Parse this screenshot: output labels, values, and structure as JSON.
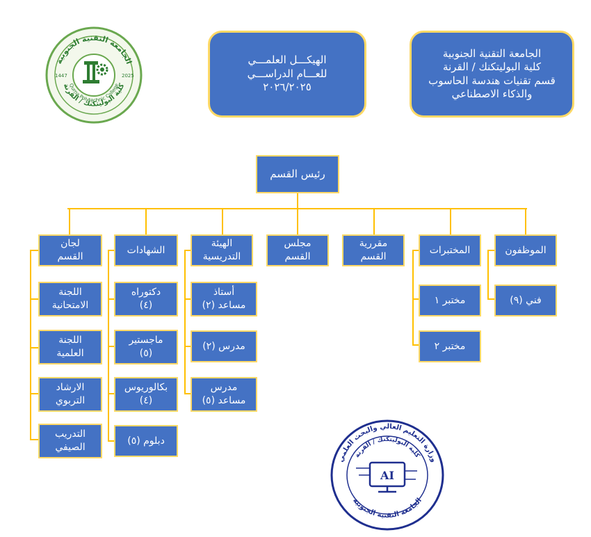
{
  "header": {
    "university": "الجامعة التقنية الجنوبية\nكلية البوليتكنك / القرنة\nقسم تقنيات هندسة الحاسوب\nوالذكاء الاصطناعي",
    "title": "الهيكـــل العلمـــي\nللعـــام الدراســـي\n٢٠٢٦/٢٠٢٥"
  },
  "logo": {
    "text_arc": "الجامعة التقنية الجنوبية",
    "text_english": "Qurna Polytechnic College",
    "text_bottom": "كلية البوليتكنك / القرنة",
    "year_left": "1447",
    "year_right": "2025"
  },
  "stamp": {
    "outer_text": "وزارة التعليم العالي والبحث العلمي",
    "inner_text": "كلية البوليتكنك / القرنة",
    "center_text": "AI",
    "bottom_text": "الجامعة التقنية الجنوبية"
  },
  "chart": {
    "root": "رئيس القسم",
    "branches": {
      "staff": "الموظفون",
      "labs": "المختبرات",
      "rapporteur": "مقررية\nالقسم",
      "council": "مجلس\nالقسم",
      "faculty": "الهيئة\nالتدريسية",
      "degrees": "الشهادات",
      "committees": "لجان\nالقسم"
    },
    "staff_children": [
      "فني (٩)"
    ],
    "labs_children": [
      "مختبر ١",
      "مختبر ٢"
    ],
    "faculty_children": [
      "أستاذ\nمساعد (٢)",
      "مدرس (٢)",
      "مدرس\nمساعد (٥)"
    ],
    "degrees_children": [
      "دكتوراه\n(٤)",
      "ماجستير\n(٥)",
      "بكالوريوس\n(٤)",
      "دبلوم (٥)"
    ],
    "committees_children": [
      "اللجنة\nالامتحانية",
      "اللجنة\nالعلمية",
      "الارشاد\nالتربوي",
      "التدريب\nالصيفي"
    ]
  },
  "colors": {
    "box_fill": "#4472c4",
    "box_border": "#ffd966",
    "connector": "#ffc000",
    "stamp": "#1f2f8f"
  }
}
